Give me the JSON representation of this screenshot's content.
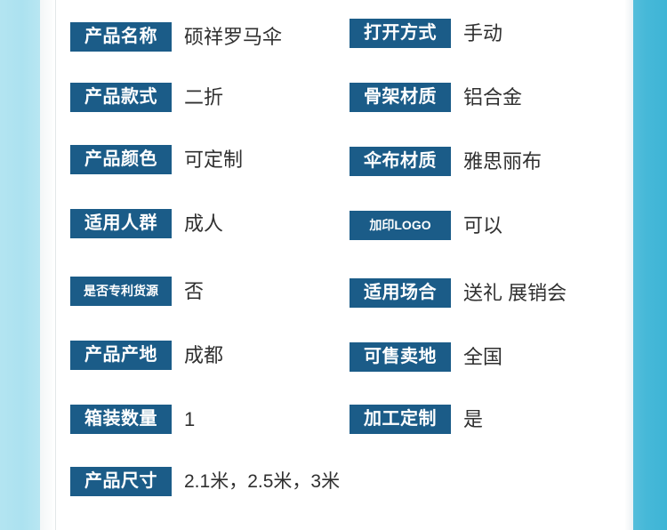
{
  "theme": {
    "label_bg": "#1b5c88",
    "label_text": "#ffffff",
    "value_text": "#303030",
    "band_left": "#ace2f0",
    "band_right": "#46b8d8",
    "card_bg": "#ffffff"
  },
  "specs": {
    "left_column": [
      {
        "label": "产品名称",
        "value": "硕祥罗马伞"
      },
      {
        "label": "产品款式",
        "value": "二折"
      },
      {
        "label": "产品颜色",
        "value": "可定制"
      },
      {
        "label": "适用人群",
        "value": "成人"
      },
      {
        "label": "是否专利货源",
        "value": "否"
      },
      {
        "label": "产品产地",
        "value": "成都"
      },
      {
        "label": "箱装数量",
        "value": "1"
      }
    ],
    "right_column": [
      {
        "label": "打开方式",
        "value": "手动"
      },
      {
        "label": "骨架材质",
        "value": "铝合金"
      },
      {
        "label": "伞布材质",
        "value": "雅思丽布"
      },
      {
        "label": "加印LOGO",
        "value": "可以"
      },
      {
        "label": "适用场合",
        "value": "送礼 展销会"
      },
      {
        "label": "可售卖地",
        "value": "全国"
      },
      {
        "label": "加工定制",
        "value": "是"
      }
    ],
    "full_width_row": {
      "label": "产品尺寸",
      "value": "2.1米，2.5米，3米"
    }
  }
}
